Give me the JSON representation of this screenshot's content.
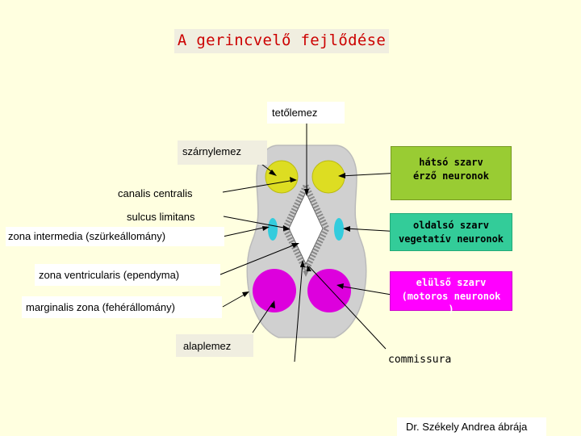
{
  "title": "A gerincvelő fejlődése",
  "labels": {
    "tetolemez": "tetőlemez",
    "szarnylemez": "szárnylemez",
    "canalis": "canalis centralis",
    "sulcus": "sulcus limitans",
    "zona_intermedia": "zona intermedia  (szürkeállomány)",
    "zona_ventricularis": "zona ventricularis (ependyma)",
    "marginalis": "marginalis zona (fehérállomány)",
    "alaplemez": "alaplemez",
    "commissura": "commissura",
    "credit": "Dr. Székely Andrea ábrája"
  },
  "boxes": {
    "hatso_line1": "hátsó szarv",
    "hatso_line2": "érző neuronok",
    "oldalso_line1": "oldalsó szarv",
    "oldalso_line2": "vegetatív neuronok",
    "elulso_line1": "elülső szarv",
    "elulso_line2": "(motoros neuronok",
    "elulso_line3": ")"
  },
  "colors": {
    "background": "#ffffe0",
    "title_text": "#cc0000",
    "hatso_box": "#99cc33",
    "oldalso_box": "#33cc99",
    "elulso_box": "#ff00ff",
    "dorsal_circle": "#dddd22",
    "lateral_circle": "#33ccdd",
    "ventral_circle": "#dd00dd",
    "cord": "#d0d0d0"
  }
}
